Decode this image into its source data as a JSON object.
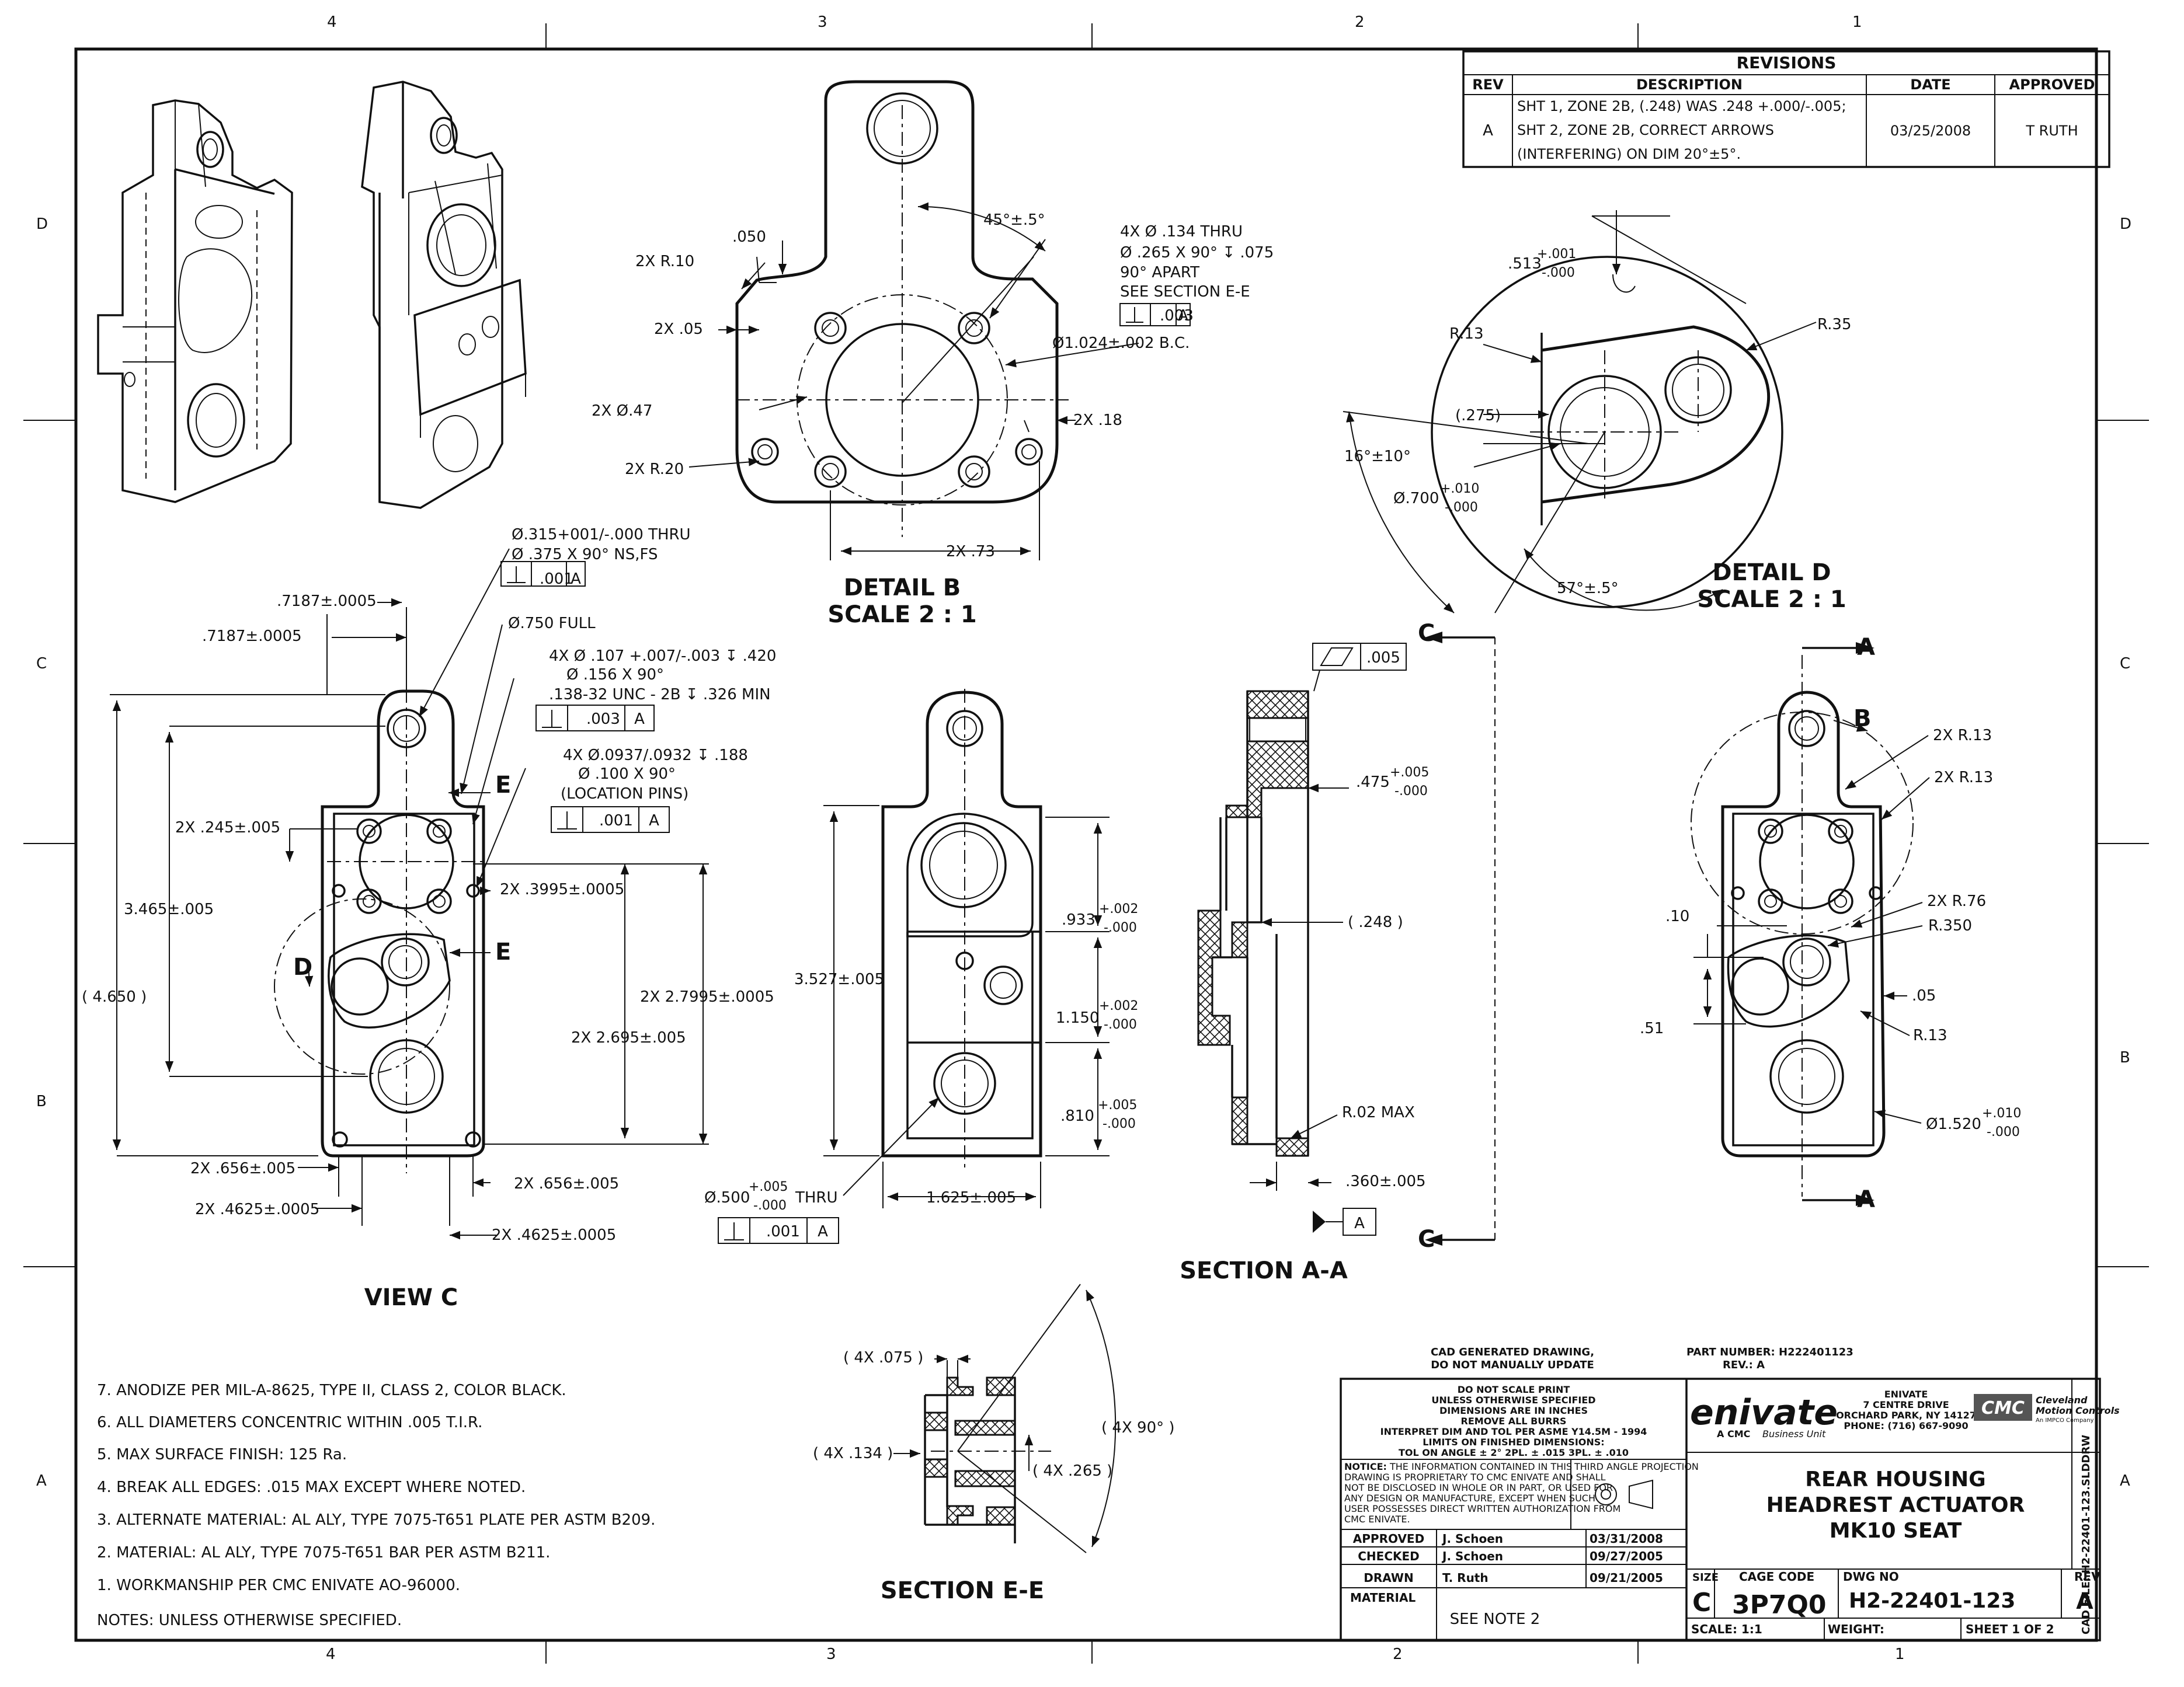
{
  "zones": {
    "top": [
      "4",
      "3",
      "2",
      "1"
    ],
    "bottom": [
      "4",
      "3",
      "2",
      "1"
    ],
    "left": [
      "D",
      "C",
      "B",
      "A"
    ],
    "right": [
      "D",
      "C",
      "B",
      "A"
    ]
  },
  "revisions": {
    "title": "REVISIONS",
    "headers": [
      "REV",
      "DESCRIPTION",
      "DATE",
      "APPROVED"
    ],
    "row": {
      "rev": "A",
      "description": [
        "SHT 1, ZONE 2B, (.248) WAS .248 +.000/-.005;",
        "SHT 2, ZONE 2B, CORRECT ARROWS",
        "(INTERFERING) ON DIM 20°±5°."
      ],
      "date": "03/25/2008",
      "approved": "T RUTH"
    }
  },
  "views": {
    "detail_b": {
      "title": "DETAIL B",
      "scale": "SCALE 2 : 1"
    },
    "detail_d": {
      "title": "DETAIL D",
      "scale": "SCALE 2 : 1"
    },
    "view_c": {
      "title": "VIEW C"
    },
    "section_aa": {
      "title": "SECTION A-A"
    },
    "section_ee": {
      "title": "SECTION E-E"
    }
  },
  "dims": {
    "detail_b": {
      "d050": ".050",
      "r10": "2X R.10",
      "d05": "2X .05",
      "d47": "2X Ø.47",
      "r20": "2X R.20",
      "angle": "45°±.5°",
      "hole1": "4X Ø .134 THRU",
      "hole2": "Ø .265 X 90° ↧ .075",
      "hole3": "90° APART",
      "hole4": "SEE SECTION E-E",
      "fcf_tol": ".003",
      "fcf_ref": "A",
      "bc": "Ø1.024±.002 B.C.",
      "d18": "2X .18",
      "d73": "2X .73"
    },
    "detail_d": {
      "d513": ".513",
      "d513_tol_up": "+.001",
      "d513_tol_dn": "-.000",
      "r13": "R.13",
      "r35": "R.35",
      "d275": "(.275)",
      "angle16": "16°±10°",
      "d700": "Ø.700",
      "d700_tol_up": "+.010",
      "d700_tol_dn": "-.000",
      "angle57": "57°±.5°"
    },
    "view_c": {
      "d7187a": ".7187±.0005",
      "d7187b": ".7187±.0005",
      "hole1": "Ø.315+001/-.000 THRU",
      "hole2": "Ø .375 X 90° NS,FS",
      "fcf1_tol": ".001",
      "fcf1_ref": "A",
      "full": "Ø.750 FULL",
      "tap1": "4X Ø .107 +.007/-.003 ↧ .420",
      "tap2": "Ø .156 X 90°",
      "tap3": ".138-32 UNC - 2B ↧ .326 MIN",
      "fcf2_tol": ".003",
      "fcf2_ref": "A",
      "pin1": "4X Ø.0937/.0932 ↧ .188",
      "pin2": "Ø .100 X 90°",
      "pin3": "(LOCATION PINS)",
      "fcf3_tol": ".001",
      "fcf3_ref": "A",
      "e1": "E",
      "e2": "E",
      "d": "D",
      "d245": "2X .245±.005",
      "d3465": "3.465±.005",
      "d4650": "( 4.650 )",
      "d3995": "2X .3995±.0005",
      "d27995": "2X 2.7995±.0005",
      "d2695": "2X 2.695±.005",
      "d656l": "2X .656±.005",
      "d656r": "2X .656±.005",
      "d4625l": "2X .4625±.0005",
      "d4625r": "2X .4625±.0005"
    },
    "middle": {
      "d3527": "3.527±.005",
      "d933": ".933",
      "d933_up": "+.002",
      "d933_dn": "-.000",
      "d1150": "1.150",
      "d1150_up": "+.002",
      "d1150_dn": "-.000",
      "d810": ".810",
      "d810_up": "+.005",
      "d810_dn": "-.000",
      "d500": "Ø.500",
      "d500_up": "+.005",
      "d500_dn": "-.000",
      "d500_thru": "THRU",
      "fcf_tol": ".001",
      "fcf_ref": "A",
      "d1625": "1.625±.005"
    },
    "section_aa": {
      "flat_tol": ".005",
      "d475": ".475",
      "d475_up": "+.005",
      "d475_dn": "-.000",
      "d248": "( .248 )",
      "r02": "R.02 MAX",
      "d360": ".360±.005",
      "datum": "A",
      "c1": "C",
      "c2": "C"
    },
    "right_view": {
      "a1": "A",
      "a2": "A",
      "b": "B",
      "r13a": "2X R.13",
      "r13b": "2X R.13",
      "r76": "2X R.76",
      "r350": "R.350",
      "d10": ".10",
      "d05": ".05",
      "d51": ".51",
      "r13": "R.13",
      "d1520": "Ø1.520",
      "d1520_up": "+.010",
      "d1520_dn": "-.000"
    },
    "section_ee": {
      "d075": "( 4X .075 )",
      "d134": "( 4X .134 )",
      "d265": "( 4X .265 )",
      "d90": "( 4X 90° )"
    }
  },
  "notes": [
    "7.   ANODIZE PER MIL-A-8625, TYPE II, CLASS 2, COLOR BLACK.",
    "6.   ALL DIAMETERS CONCENTRIC WITHIN .005 T.I.R.",
    "5.   MAX SURFACE FINISH: 125 Ra.",
    "4.   BREAK ALL EDGES:  .015 MAX EXCEPT WHERE NOTED.",
    "3.   ALTERNATE MATERIAL: AL ALY, TYPE 7075-T651 PLATE PER ASTM B209.",
    "2.   MATERIAL: AL ALY, TYPE 7075-T651 BAR PER ASTM B211.",
    "1.   WORKMANSHIP PER CMC ENIVATE AO-96000.",
    "NOTES: UNLESS OTHERWISE SPECIFIED."
  ],
  "title_block": {
    "cad1": "CAD GENERATED DRAWING,",
    "cad2": "DO NOT MANUALLY UPDATE",
    "part_number": "PART NUMBER: H222401123",
    "part_rev": "REV.: A",
    "gen": [
      "DO NOT SCALE PRINT",
      "UNLESS OTHERWISE SPECIFIED",
      "DIMENSIONS ARE IN INCHES",
      "REMOVE ALL BURRS",
      "INTERPRET DIM AND TOL PER ASME Y14.5M - 1994",
      "LIMITS ON FINISHED DIMENSIONS:"
    ],
    "tol": "TOL ON ANGLE ± 2°      2PL. ± .015      3PL. ± .010",
    "notice_label": "NOTICE:",
    "notice": [
      "THE INFORMATION CONTAINED IN THIS",
      "DRAWING IS PROPRIETARY TO CMC ENIVATE AND SHALL",
      "NOT BE DISCLOSED IN WHOLE OR IN PART, OR USED FOR",
      "ANY DESIGN OR MANUFACTURE, EXCEPT WHEN SUCH",
      "USER POSSESSES DIRECT WRITTEN AUTHORIZATION FROM",
      "CMC ENIVATE."
    ],
    "projection": "THIRD ANGLE PROJECTION",
    "approvals": [
      {
        "role": "APPROVED",
        "name": "J. Schoen",
        "date": "03/31/2008"
      },
      {
        "role": "CHECKED",
        "name": "J. Schoen",
        "date": "09/27/2005"
      },
      {
        "role": "DRAWN",
        "name": "T. Ruth",
        "date": "09/21/2005"
      }
    ],
    "material_label": "MATERIAL",
    "material": "SEE NOTE 2",
    "logo_enivate": "enivate",
    "logo_sub1": "A CMC",
    "logo_sub2": "Business Unit",
    "address": [
      "ENIVATE",
      "7 CENTRE DRIVE",
      "ORCHARD PARK, NY 14127",
      "PHONE: (716) 667-9090"
    ],
    "cmc_logo": "CMC",
    "cmc_text1": "Cleveland",
    "cmc_text2": "Motion Controls",
    "cmc_text3": "An IMPCO Company",
    "title_lines": [
      "REAR HOUSING",
      "HEADREST ACTUATOR",
      "MK10 SEAT"
    ],
    "size_label": "SIZE",
    "size": "C",
    "cage_label": "CAGE CODE",
    "cage": "3P7Q0",
    "dwg_label": "DWG NO",
    "dwg": "H2-22401-123",
    "rev_label": "REV",
    "rev": "A",
    "scale": "SCALE: 1:1",
    "weight": "WEIGHT:",
    "sheet": "SHEET   1   OF   2",
    "cad_file": "CAD FILE:   H2-22401-123.SLDDRW"
  }
}
